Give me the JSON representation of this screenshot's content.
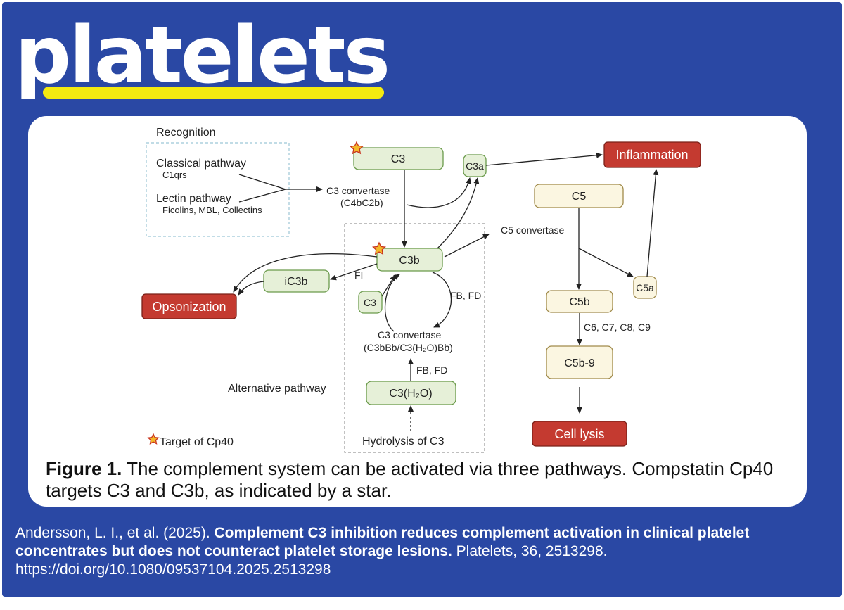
{
  "logo": {
    "text": "platelets"
  },
  "colors": {
    "background": "#2a48a4",
    "logo_underline": "#f4ea10",
    "green_box_fill": "#e6f0d8",
    "green_box_stroke": "#6a9a4a",
    "yellow_box_fill": "#fbf6e1",
    "yellow_box_stroke": "#a08a4a",
    "red_box_fill": "#c43a30"
  },
  "diagram": {
    "recognition": {
      "title": "Recognition",
      "classical_label": "Classical pathway",
      "classical_sub": "C1qrs",
      "lectin_label": "Lectin pathway",
      "lectin_sub": "Ficolins, MBL, Collectins"
    },
    "boxes": {
      "c3_top": "C3",
      "c3a": "C3a",
      "c3b": "C3b",
      "ic3b": "iC3b",
      "c3_small": "C3",
      "c3h2o": "C3(H₂O)",
      "c5": "C5",
      "c5a": "C5a",
      "c5b": "C5b",
      "c5b9": "C5b-9",
      "inflammation": "Inflammation",
      "opsonization": "Opsonization",
      "cell_lysis": "Cell lysis"
    },
    "labels": {
      "c3_convertase_classical_1": "C3 convertase",
      "c3_convertase_classical_2": "(C4bC2b)",
      "c5_convertase": "C5 convertase",
      "fi": "FI",
      "fb_fd_1": "FB, FD",
      "fb_fd_2": "FB, FD",
      "c3_convertase_alt_1": "C3 convertase",
      "c3_convertase_alt_2": "(C3bBb/C3(H₂O)Bb)",
      "alternative_pathway": "Alternative pathway",
      "hydrolysis": "Hydrolysis of C3",
      "c6_c9": "C6, C7, C8, C9",
      "target_legend": "Target of Cp40"
    }
  },
  "caption": {
    "label": "Figure 1.",
    "text": " The complement system can be activated via three pathways. Compstatin Cp40 targets C3 and C3b, as indicated by a star."
  },
  "citation": {
    "authors": "Andersson, L. I., et al. (2025). ",
    "title": "Complement C3 inhibition reduces complement activation in clinical platelet concentrates but does not counteract platelet storage lesions.",
    "journal": " Platelets, 36, 2513298.",
    "doi": "https://doi.org/10.1080/09537104.2025.2513298"
  }
}
